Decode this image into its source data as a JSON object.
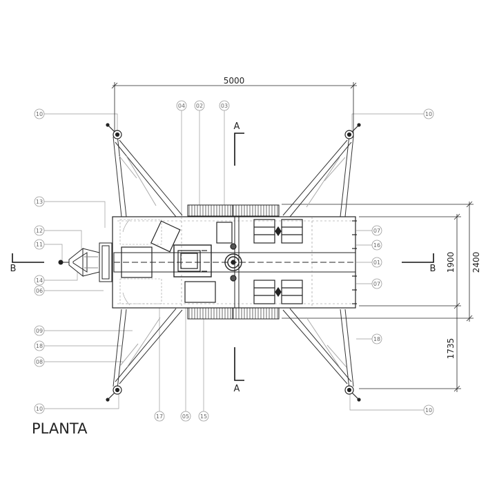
{
  "drawing": {
    "title": "PLANTA",
    "dimensions": {
      "overall_width": "5000",
      "inner_width": "1900",
      "outer_width": "2400",
      "leg_offset": "1735"
    },
    "sections": {
      "a_top": "A",
      "a_bottom": "A",
      "b_left": "B",
      "b_right": "B"
    },
    "callouts": {
      "c10_tl": "10",
      "c10_tr": "10",
      "c10_bl": "10",
      "c10_br": "10",
      "c04": "04",
      "c02": "02",
      "c03": "03",
      "c13": "13",
      "c12": "12",
      "c11": "11",
      "c14": "14",
      "c06": "06",
      "c09": "09",
      "c18_l": "18",
      "c08": "08",
      "c07_top": "07",
      "c16": "16",
      "c01": "01",
      "c07_bot": "07",
      "c18_r": "18",
      "c17": "17",
      "c05": "05",
      "c15": "15"
    }
  }
}
